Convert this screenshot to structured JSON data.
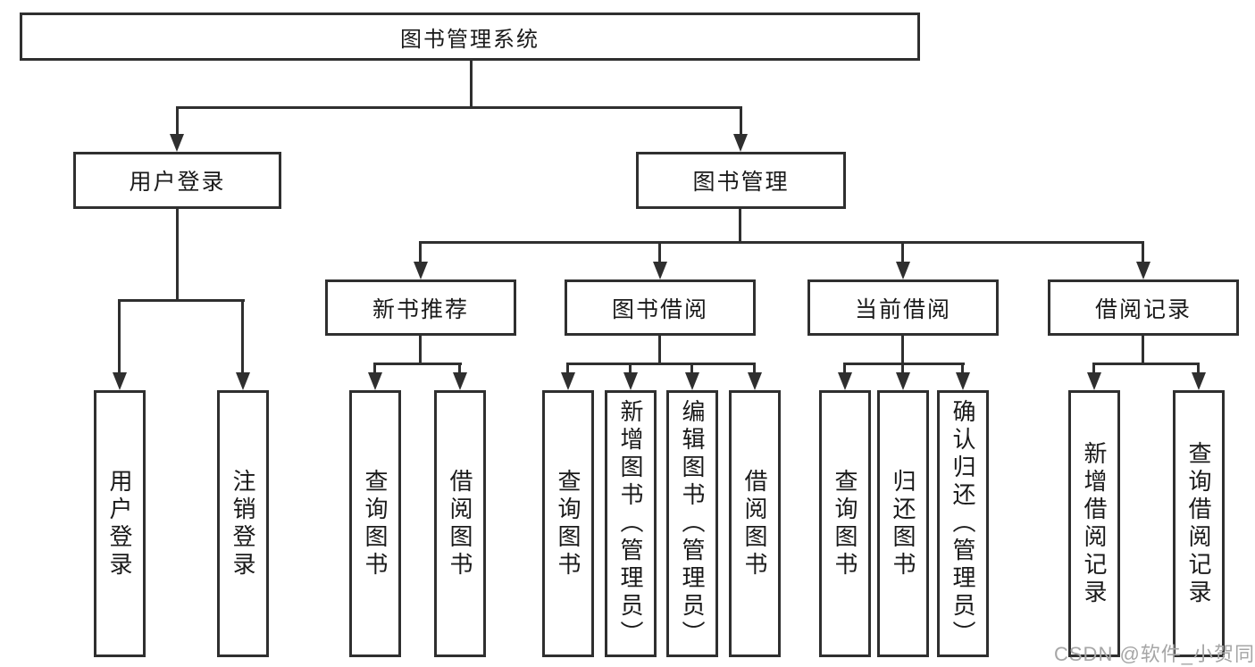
{
  "diagram": {
    "root": {
      "label": "图书管理系统"
    },
    "level2": [
      {
        "label": "用户登录",
        "parent": "图书管理系统"
      },
      {
        "label": "图书管理",
        "parent": "图书管理系统"
      }
    ],
    "level3": [
      {
        "label": "新书推荐",
        "parent": "图书管理"
      },
      {
        "label": "图书借阅",
        "parent": "图书管理"
      },
      {
        "label": "当前借阅",
        "parent": "图书管理"
      },
      {
        "label": "借阅记录",
        "parent": "图书管理"
      }
    ],
    "leaves": [
      {
        "label": "用户登录",
        "parent": "用户登录"
      },
      {
        "label": "注销登录",
        "parent": "用户登录"
      },
      {
        "label": "查询图书",
        "parent": "新书推荐"
      },
      {
        "label": "借阅图书",
        "parent": "新书推荐"
      },
      {
        "label": "查询图书",
        "parent": "图书借阅"
      },
      {
        "label": "新增图书（管理员）",
        "parent": "图书借阅"
      },
      {
        "label": "编辑图书（管理员）",
        "parent": "图书借阅"
      },
      {
        "label": "借阅图书",
        "parent": "图书借阅"
      },
      {
        "label": "查询图书",
        "parent": "当前借阅"
      },
      {
        "label": "归还图书",
        "parent": "当前借阅"
      },
      {
        "label": "确认归还（管理员）",
        "parent": "当前借阅"
      },
      {
        "label": "新增借阅记录",
        "parent": "借阅记录"
      },
      {
        "label": "查询借阅记录",
        "parent": "借阅记录"
      }
    ]
  },
  "watermark": {
    "text": "CSDN @软件_小贺同学"
  },
  "colors": {
    "background": "#ffffff",
    "box_border": "#2f2f2f",
    "line": "#2f2f2f",
    "text": "#1a1a1a",
    "watermark": "#a6a6a6"
  }
}
